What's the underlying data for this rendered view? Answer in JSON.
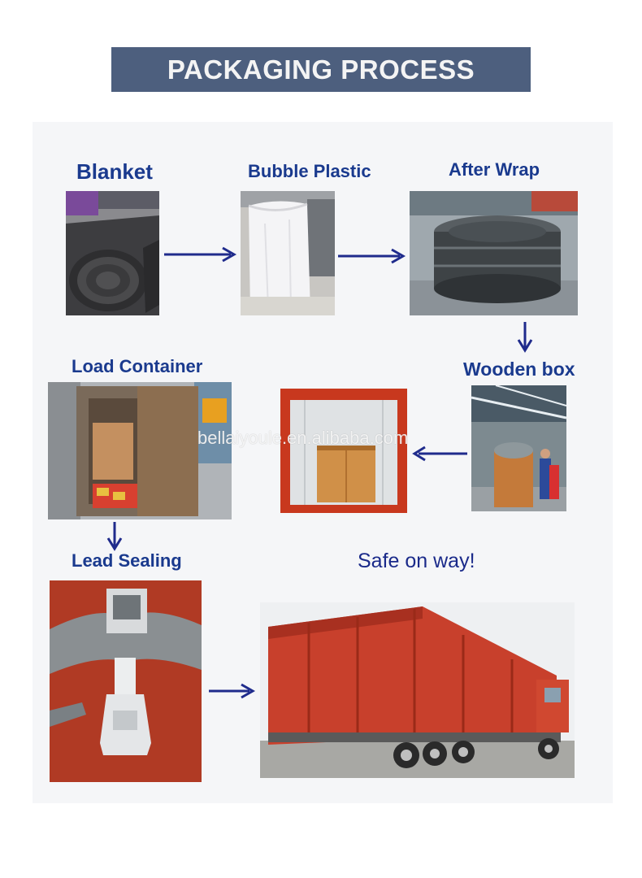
{
  "banner": {
    "title": "PACKAGING PROCESS"
  },
  "steps": {
    "blanket": "Blanket",
    "bubble_plastic": "Bubble Plastic",
    "after_wrap": "After Wrap",
    "wooden_box": "Wooden box",
    "load_container": "Load Container",
    "lead_sealing": "Lead Sealing"
  },
  "tagline": "Safe on way!",
  "watermark": "bellaiyoule.en.alibaba.com",
  "colors": {
    "banner_bg": "#4d5f7e",
    "label_blue": "#1a3a8e",
    "arrow_blue": "#1f2b8c",
    "truck_red": "#c8402c"
  }
}
